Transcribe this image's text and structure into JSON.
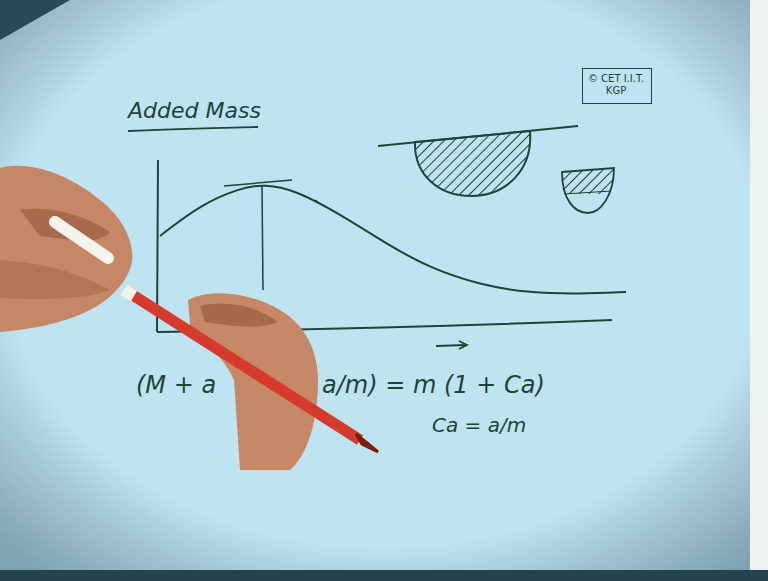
{
  "diagram": {
    "title": "Added Mass",
    "nodes": [
      {
        "text": [
          "© CET I.I.T. KGP"
        ]
      }
    ],
    "labels": [
      "(M + a",
      "a/m) = m (1 + Ca)",
      "Ca = a/m"
    ]
  }
}
